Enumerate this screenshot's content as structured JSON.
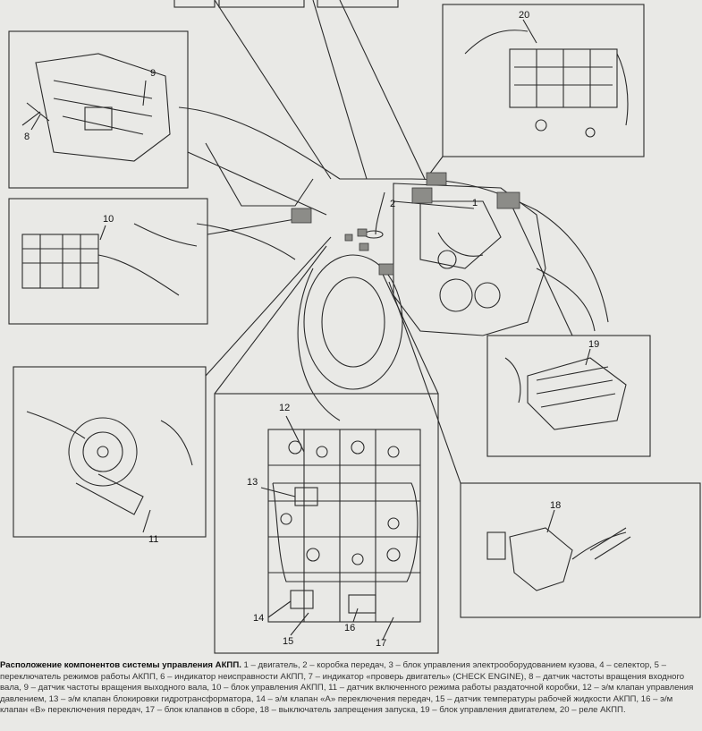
{
  "callouts": {
    "n1": "1",
    "n2": "2",
    "n8": "8",
    "n9": "9",
    "n10": "10",
    "n11": "11",
    "n12": "12",
    "n13": "13",
    "n14": "14",
    "n15": "15",
    "n16": "16",
    "n17": "17",
    "n18": "18",
    "n19": "19",
    "n20": "20"
  },
  "caption": {
    "title": "Расположение компонентов системы управления АКПП.",
    "text": "1 – двигатель, 2 – коробка передач, 3 – блок управления электрооборудованием кузова, 4 – селектор, 5 – переключатель режимов работы АКПП, 6 – индикатор неисправности АКПП, 7 – индикатор «проверь двигатель» (CHECK ENGINE), 8 – датчик частоты вращения входного вала, 9 – датчик частоты вращения выходного вала, 10 – блок управления АКПП, 11 – датчик включенного режима работы раздаточной коробки, 12 – э/м клапан управления давлением, 13 – э/м клапан блокировки гидротрансформатора, 14 – э/м клапан «А» переключения передач, 15 – датчик температуры рабочей жидкости АКПП, 16 – э/м клапан «В» переключения передач, 17 – блок клапанов в сборе, 18 – выключатель запрещения запуска, 19 – блок управления двигателем, 20 – реле АКПП."
  },
  "colors": {
    "background": "#e9e9e6",
    "line": "#2a2a2a",
    "marker": "#8c8c88"
  }
}
